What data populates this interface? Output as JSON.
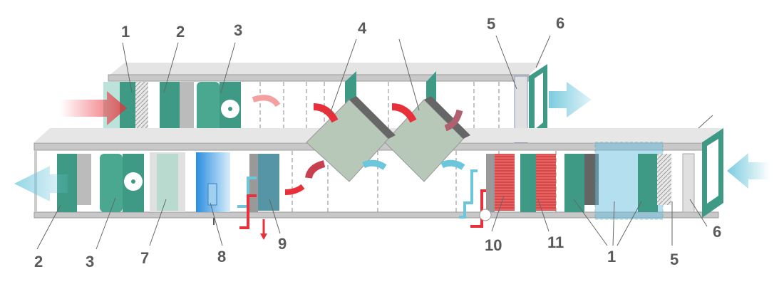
{
  "diagram": {
    "title": "Air handling unit with heat recovery",
    "top_labels": [
      "1",
      "2",
      "3",
      "4",
      "5",
      "6"
    ],
    "bottom_labels": [
      "2",
      "3",
      "7",
      "8",
      "9",
      "10",
      "11",
      "1",
      "5",
      "6"
    ],
    "colors": {
      "panel": "#3f9a85",
      "frame": "#c8c8c8",
      "heat_exchanger": "#b8c8b8",
      "warm_air": "#e8303a",
      "cold_air": "#6cc6dc",
      "heater_coil": "#d84848",
      "humidifier": "#3aa0e8"
    }
  }
}
